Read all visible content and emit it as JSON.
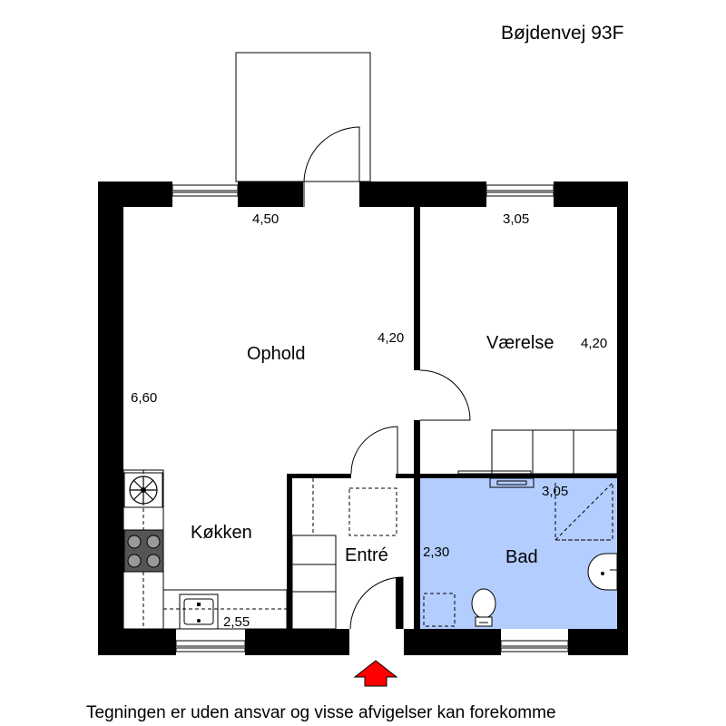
{
  "header": {
    "address": "Bøjdenvej 93F"
  },
  "rooms": {
    "ophold": "Ophold",
    "vaerelse": "Værelse",
    "koekken": "Køkken",
    "entre": "Entré",
    "bad": "Bad"
  },
  "dimensions": {
    "ophold_width": "4,50",
    "ophold_depth": "4,20",
    "vaerelse_width": "3,05",
    "vaerelse_depth": "4,20",
    "total_depth": "6,60",
    "koekken_width": "2,55",
    "bad_width": "3,05",
    "bad_depth": "2,30"
  },
  "entrance_marker": "entrance-arrow-icon",
  "footer": {
    "disclaimer": "Tegningen er uden ansvar og visse afvigelser kan forekomme"
  },
  "colors": {
    "bathroom_fill": "#b3cdff",
    "wall": "#000000",
    "entrance_arrow": "#ff0000"
  }
}
